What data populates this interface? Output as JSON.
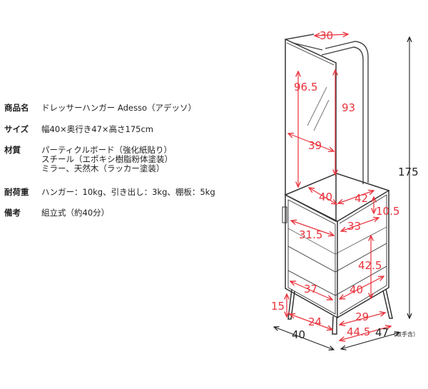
{
  "spec": {
    "product_label": "商品名",
    "product_value": "ドレッサーハンガー Adesso（アデッソ）",
    "size_label": "サイズ",
    "size_value": "幅40×奥行き47×高さ175cm",
    "material_label": "材質",
    "material_lines": [
      "パーティクルボード（強化紙貼り）",
      "スチール（エポキシ樹脂粉体塗装）",
      "ミラー、天然木（ラッカー塗装）"
    ],
    "load_label": "耐荷重",
    "load_value": "ハンガー：10kg、引き出し：3kg、棚板：5kg",
    "note_label": "備考",
    "note_value": "組立式（約40分）"
  },
  "dimensions": {
    "top_width": "30",
    "mirror_height": "96.5",
    "frame_height": "93",
    "total_height": "175",
    "mirror_width": "39",
    "top_w": "40",
    "top_d": "42",
    "top_thick": "10.5",
    "inner_w": "31.5",
    "inner_d": "33",
    "inner_h": "42.5",
    "shelf_w": "37",
    "shelf_d": "40",
    "leg_h": "15",
    "leg_w": "24",
    "leg_d": "29",
    "base_w": "40",
    "base_d_inner": "44.5",
    "base_d": "47",
    "handle_note": "（取手含）"
  }
}
